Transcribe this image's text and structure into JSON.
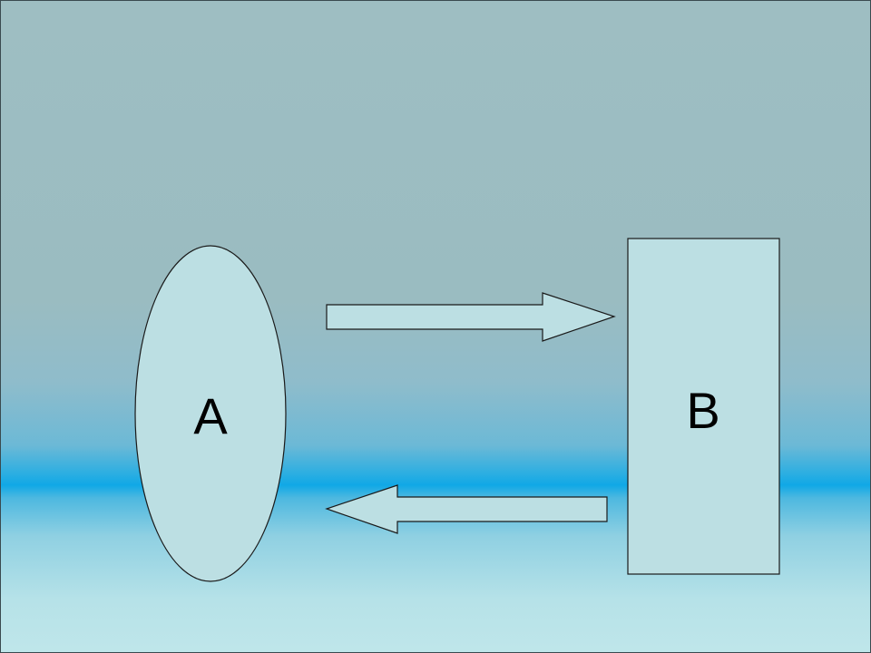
{
  "diagram": {
    "nodes": [
      {
        "id": "A",
        "shape": "ellipse",
        "label": "A"
      },
      {
        "id": "B",
        "shape": "rectangle",
        "label": "B"
      }
    ],
    "edges": [
      {
        "from": "A",
        "to": "B",
        "style": "block-arrow"
      },
      {
        "from": "B",
        "to": "A",
        "style": "block-arrow"
      }
    ],
    "colors": {
      "shape_fill": "#bcdfe3",
      "shape_stroke": "#1a1a1a",
      "background_top": "#9ebec2",
      "background_band": "#10a8e6",
      "background_bottom": "#bfe6ea"
    }
  }
}
